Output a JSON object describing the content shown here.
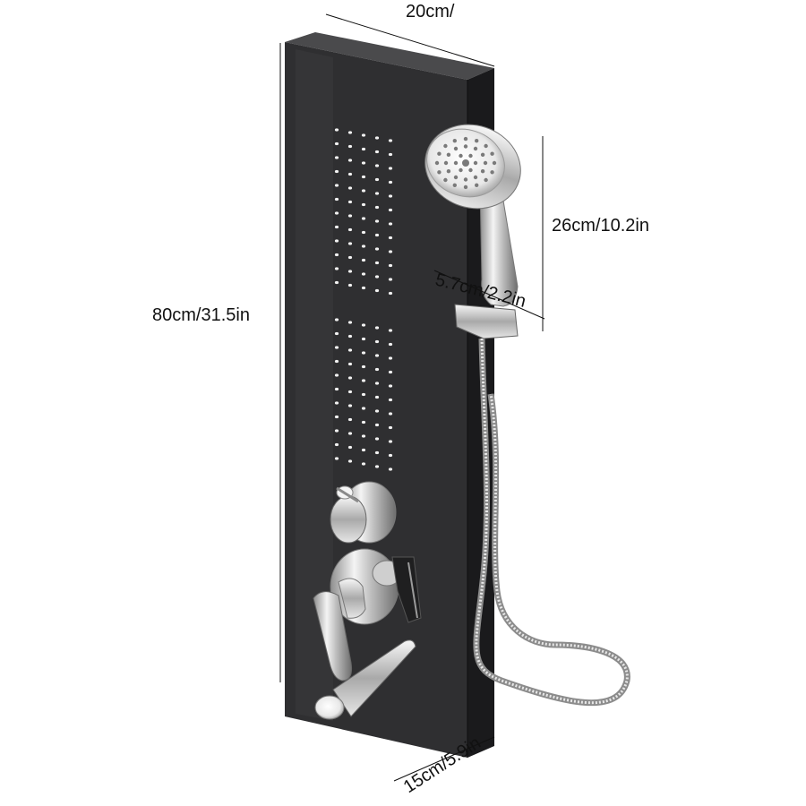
{
  "dimensions": {
    "width_top": "20cm/",
    "height_panel": "80cm/31.5in",
    "handshower_length": "26cm/10.2in",
    "handshower_head": "5.7cm/2.2in",
    "depth_bottom": "15cm/5.9in"
  },
  "colors": {
    "background": "#ffffff",
    "panel_front": "#2f2f31",
    "panel_side": "#1c1c1e",
    "panel_top": "#3a3a3c",
    "nozzle": "#f2f2f2",
    "chrome": "#d9d9d9",
    "dim_line": "#111111"
  },
  "icons": {
    "handshower": "handshower-icon",
    "thermostat_knob": "knob-icon",
    "diverter_handle": "lever-icon",
    "spout": "spout-icon",
    "hose": "hose-icon"
  }
}
